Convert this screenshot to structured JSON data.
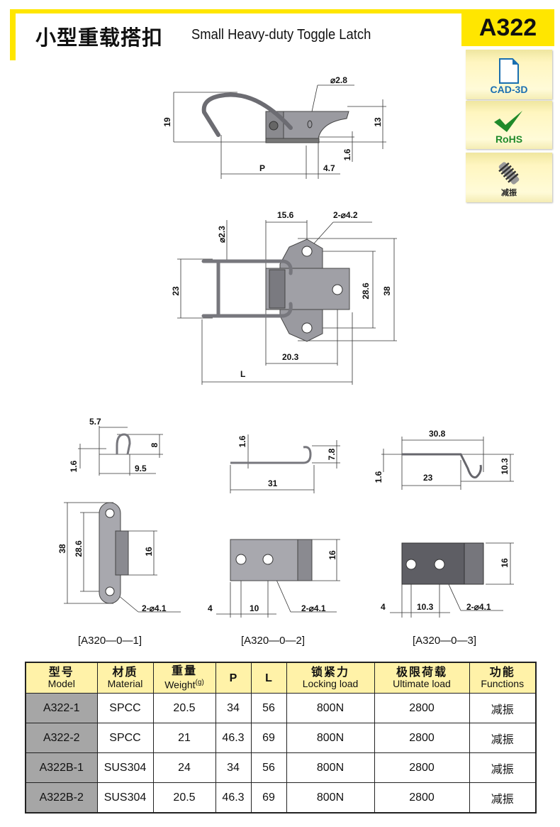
{
  "header": {
    "title_cn": "小型重载搭扣",
    "title_en": "Small Heavy-duty Toggle Latch",
    "model": "A322"
  },
  "badges": [
    {
      "icon": "file-icon",
      "label": "CAD-3D",
      "color": "#1a6fb0"
    },
    {
      "icon": "check-icon",
      "label": "RoHS",
      "color": "#1f8a2a"
    },
    {
      "icon": "spring-icon",
      "label": "减振",
      "color": "#222222"
    }
  ],
  "side_view": {
    "hole": "⌀2.8",
    "height": "19",
    "plate_height": "13",
    "thickness": "1.6",
    "p": "P",
    "offset": "4.7"
  },
  "top_view": {
    "a": "15.6",
    "holes": "2-⌀4.2",
    "wire": "⌀2.3",
    "width": "23",
    "pitch": "28.6",
    "plate": "38",
    "b": "20.3",
    "l": "L"
  },
  "parts": [
    {
      "code": "[A320—0—1]",
      "dims": [
        "5.7",
        "8",
        "1.6",
        "9.5",
        "38",
        "28.6",
        "16",
        "2-⌀4.1"
      ]
    },
    {
      "code": "[A320—0—2]",
      "dims": [
        "1.6",
        "7.8",
        "31",
        "16",
        "4",
        "10",
        "2-⌀4.1"
      ]
    },
    {
      "code": "[A320—0—3]",
      "dims": [
        "30.8",
        "10.3",
        "1.6",
        "23",
        "16",
        "4",
        "10.3",
        "2-⌀4.1"
      ]
    }
  ],
  "table": {
    "headers": [
      {
        "cn": "型号",
        "en": "Model"
      },
      {
        "cn": "材质",
        "en": "Material"
      },
      {
        "cn": "重量",
        "en": "Weight",
        "unit": "(g)"
      },
      {
        "cn": "",
        "en": "P"
      },
      {
        "cn": "",
        "en": "L"
      },
      {
        "cn": "锁紧力",
        "en": "Locking load"
      },
      {
        "cn": "极限荷载",
        "en": "Ultimate load"
      },
      {
        "cn": "功能",
        "en": "Functions"
      }
    ],
    "rows": [
      [
        "A322-1",
        "SPCC",
        "20.5",
        "34",
        "56",
        "800N",
        "2800",
        "减振"
      ],
      [
        "A322-2",
        "SPCC",
        "21",
        "46.3",
        "69",
        "800N",
        "2800",
        "减振"
      ],
      [
        "A322B-1",
        "SUS304",
        "24",
        "34",
        "56",
        "800N",
        "2800",
        "减振"
      ],
      [
        "A322B-2",
        "SUS304",
        "20.5",
        "46.3",
        "69",
        "800N",
        "2800",
        "减振"
      ]
    ]
  }
}
